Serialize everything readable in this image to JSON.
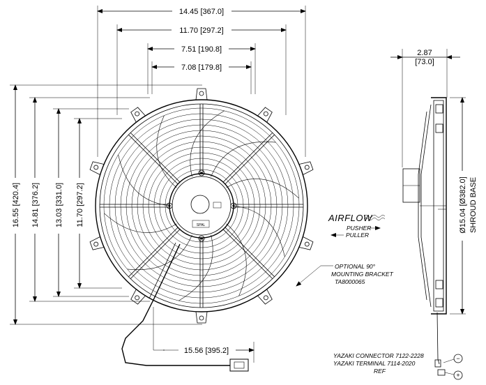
{
  "dimensions": {
    "overall_width": "14.45 [367.0]",
    "mount_width": "11.70 [297.2]",
    "inner_width_a": "7.51 [190.8]",
    "inner_width_b": "7.08 [179.8]",
    "overall_height": "16.55 [420.4]",
    "height_b": "14.81 [376.2]",
    "height_c": "13.03 [331.0]",
    "height_d": "11.70 [297.2]",
    "lead_length": "15.56 [395.2]",
    "depth": "2.87",
    "depth_mm": "[73.0]",
    "shroud_base": "Ø15.04 [Ø382.0]",
    "shroud_base_label": "SHROUD BASE"
  },
  "annotations": {
    "airflow": "AIRFLOW",
    "pusher": "PUSHER",
    "puller": "PULLER",
    "bracket_line1": "OPTIONAL 90°",
    "bracket_line2": "MOUNTING BRACKET",
    "bracket_line3": "TA8000065",
    "connector_line1": "YAZAKI CONNECTOR 7122-2228",
    "connector_line2": "YAZAKI TERMINAL 7114-2020",
    "connector_line3": "REF",
    "hub_label": "SPAL",
    "minus": "−",
    "plus": "+"
  }
}
